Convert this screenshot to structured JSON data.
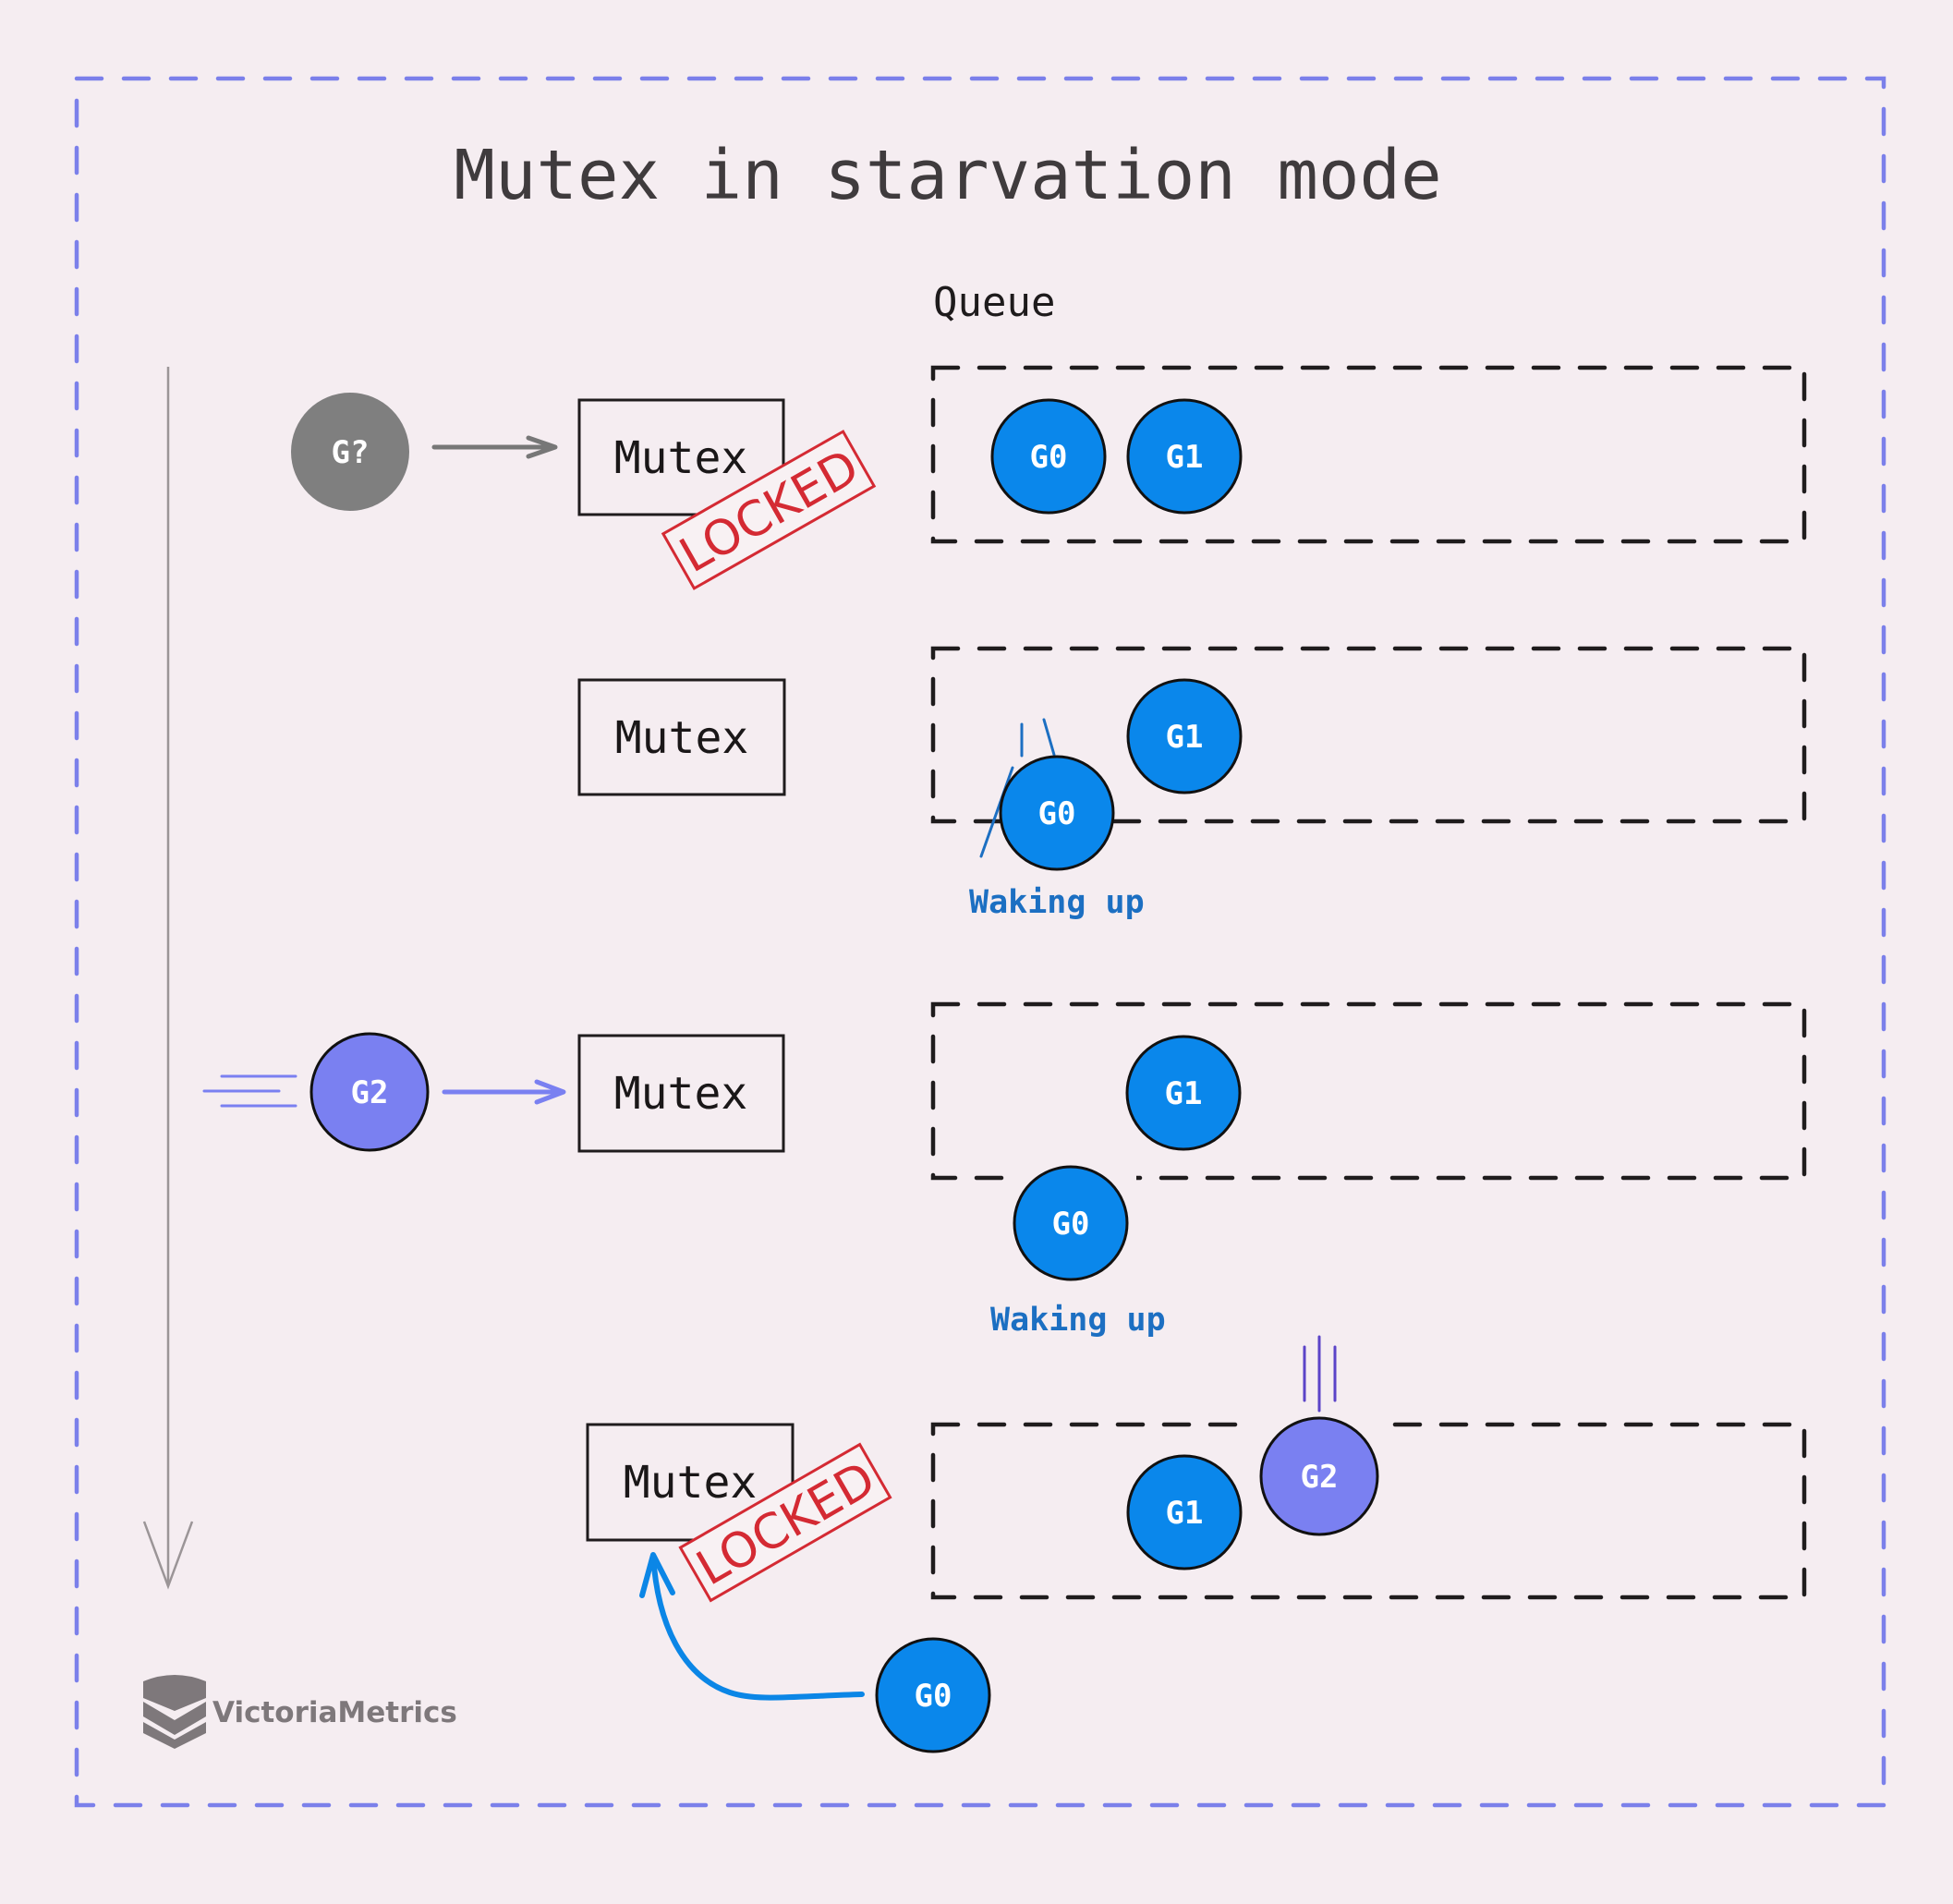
{
  "title": "Mutex in starvation mode",
  "queue_label": "Queue",
  "colors": {
    "background": "#f5edf1",
    "frame_border": "#7b80ea",
    "goroutine_blue": "#0a87eb",
    "goroutine_purple": "#7a80f1",
    "goroutine_gray": "#7f7f7f",
    "locked_red": "#d42a33",
    "waking_text": "#1c6fc2",
    "motion_lines_purple": "#5b44c8"
  },
  "steps": [
    {
      "incoming": {
        "label": "G?",
        "color": "gray",
        "arrow": "gray"
      },
      "mutex": {
        "label": "Mutex",
        "stamp": "LOCKED"
      },
      "queue": [
        {
          "label": "G0"
        },
        {
          "label": "G1"
        }
      ]
    },
    {
      "mutex": {
        "label": "Mutex"
      },
      "queue": [
        {
          "label": "G1"
        }
      ],
      "waking": {
        "label": "G0",
        "caption": "Waking up"
      }
    },
    {
      "incoming": {
        "label": "G2",
        "color": "purple",
        "arrow": "purple"
      },
      "mutex": {
        "label": "Mutex"
      },
      "queue": [
        {
          "label": "G1"
        }
      ],
      "waking": {
        "label": "G0",
        "caption": "Waking up"
      }
    },
    {
      "mutex": {
        "label": "Mutex",
        "stamp": "LOCKED"
      },
      "queue": [
        {
          "label": "G1"
        },
        {
          "label": "G2"
        }
      ],
      "acquirer": {
        "label": "G0"
      }
    }
  ],
  "timeline": {
    "direction": "down"
  },
  "logo": {
    "text": "VictoriaMetrics",
    "icon": "victoriametrics-logo-icon"
  }
}
